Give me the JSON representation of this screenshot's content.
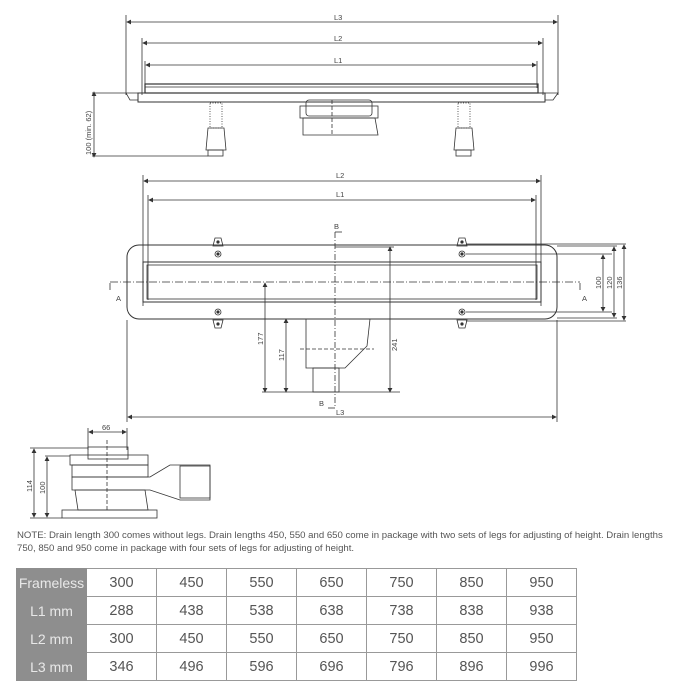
{
  "drawings": {
    "side_view": {
      "dim_labels": {
        "l3": "L3",
        "l2": "L2",
        "l1": "L1",
        "height": "100 (min. 62)"
      }
    },
    "top_view": {
      "dim_labels": {
        "l2": "L2",
        "l1": "L1",
        "l3": "L3",
        "d177": "177",
        "d117": "117",
        "d241": "241",
        "d100": "100",
        "d120": "120",
        "d136": "136"
      },
      "section_labels": {
        "a_left": "A",
        "a_right": "A",
        "b_top": "B",
        "b_bottom": "B"
      }
    },
    "section_view": {
      "dim_labels": {
        "d66": "66",
        "d114": "114",
        "d100": "100"
      }
    }
  },
  "note": "NOTE: Drain length 300 comes without legs. Drain lengths 450, 550 and 650 come in package with two sets of legs for adjusting of height. Drain lengths 750, 850 and 950 come in package with four sets of legs for adjusting of height.",
  "table": {
    "rows": [
      {
        "label": "Frameless",
        "values": [
          "300",
          "450",
          "550",
          "650",
          "750",
          "850",
          "950"
        ]
      },
      {
        "label": "L1 mm",
        "values": [
          "288",
          "438",
          "538",
          "638",
          "738",
          "838",
          "938"
        ]
      },
      {
        "label": "L2 mm",
        "values": [
          "300",
          "450",
          "550",
          "650",
          "750",
          "850",
          "950"
        ]
      },
      {
        "label": "L3 mm",
        "values": [
          "346",
          "496",
          "596",
          "696",
          "796",
          "896",
          "996"
        ]
      }
    ]
  }
}
